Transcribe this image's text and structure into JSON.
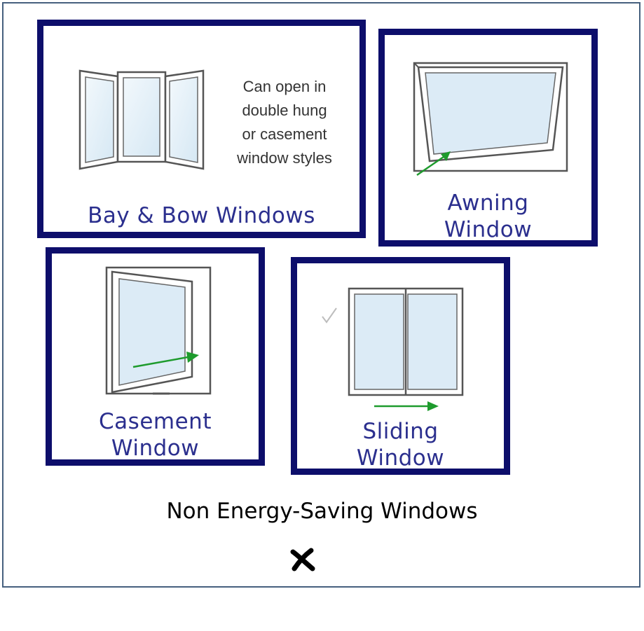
{
  "cards": {
    "bay_bow": {
      "title": "Bay & Bow Windows",
      "note_lines": [
        "Can open in",
        "double hung",
        "or casement",
        "window styles"
      ],
      "illustration": "bay-window-icon"
    },
    "awning": {
      "title_lines": [
        "Awning",
        "Window"
      ],
      "illustration": "awning-window-icon"
    },
    "casement": {
      "title_lines": [
        "Casement",
        "Window"
      ],
      "illustration": "casement-window-icon"
    },
    "sliding": {
      "title_lines": [
        "Sliding",
        "Window"
      ],
      "illustration": "sliding-window-icon"
    }
  },
  "caption": "Non Energy-Saving Windows",
  "status_icon": "x-mark-icon",
  "colors": {
    "card_border": "#0d0e6b",
    "title_text": "#2b2f8e",
    "arrow": "#1e9b2d",
    "glass": "#e4f0f8",
    "frame_border": "#46607e"
  }
}
